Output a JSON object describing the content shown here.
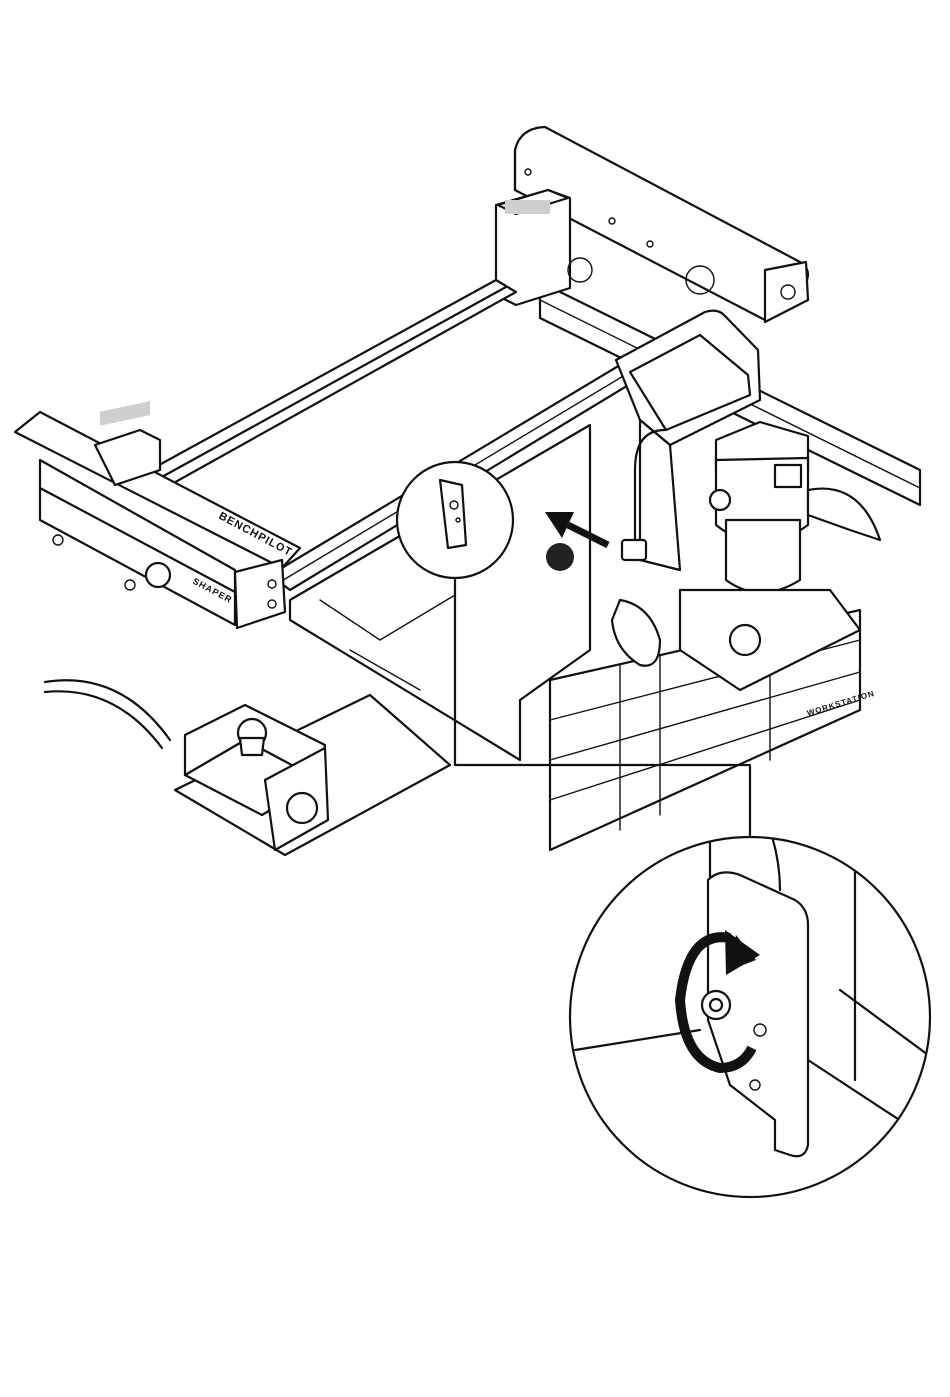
{
  "labels": {
    "gantry_brand": "BENCHPILOT",
    "side_brand": "SHAPER",
    "workstation": "WORKSTATION"
  },
  "colors": {
    "line": "#111111",
    "background": "#ffffff",
    "step_dot": "#222222"
  },
  "icons": {
    "push_arrow": "arrow-icon",
    "rotate": "rotate-clockwise-icon",
    "step_markers": "step-dot-icon"
  }
}
